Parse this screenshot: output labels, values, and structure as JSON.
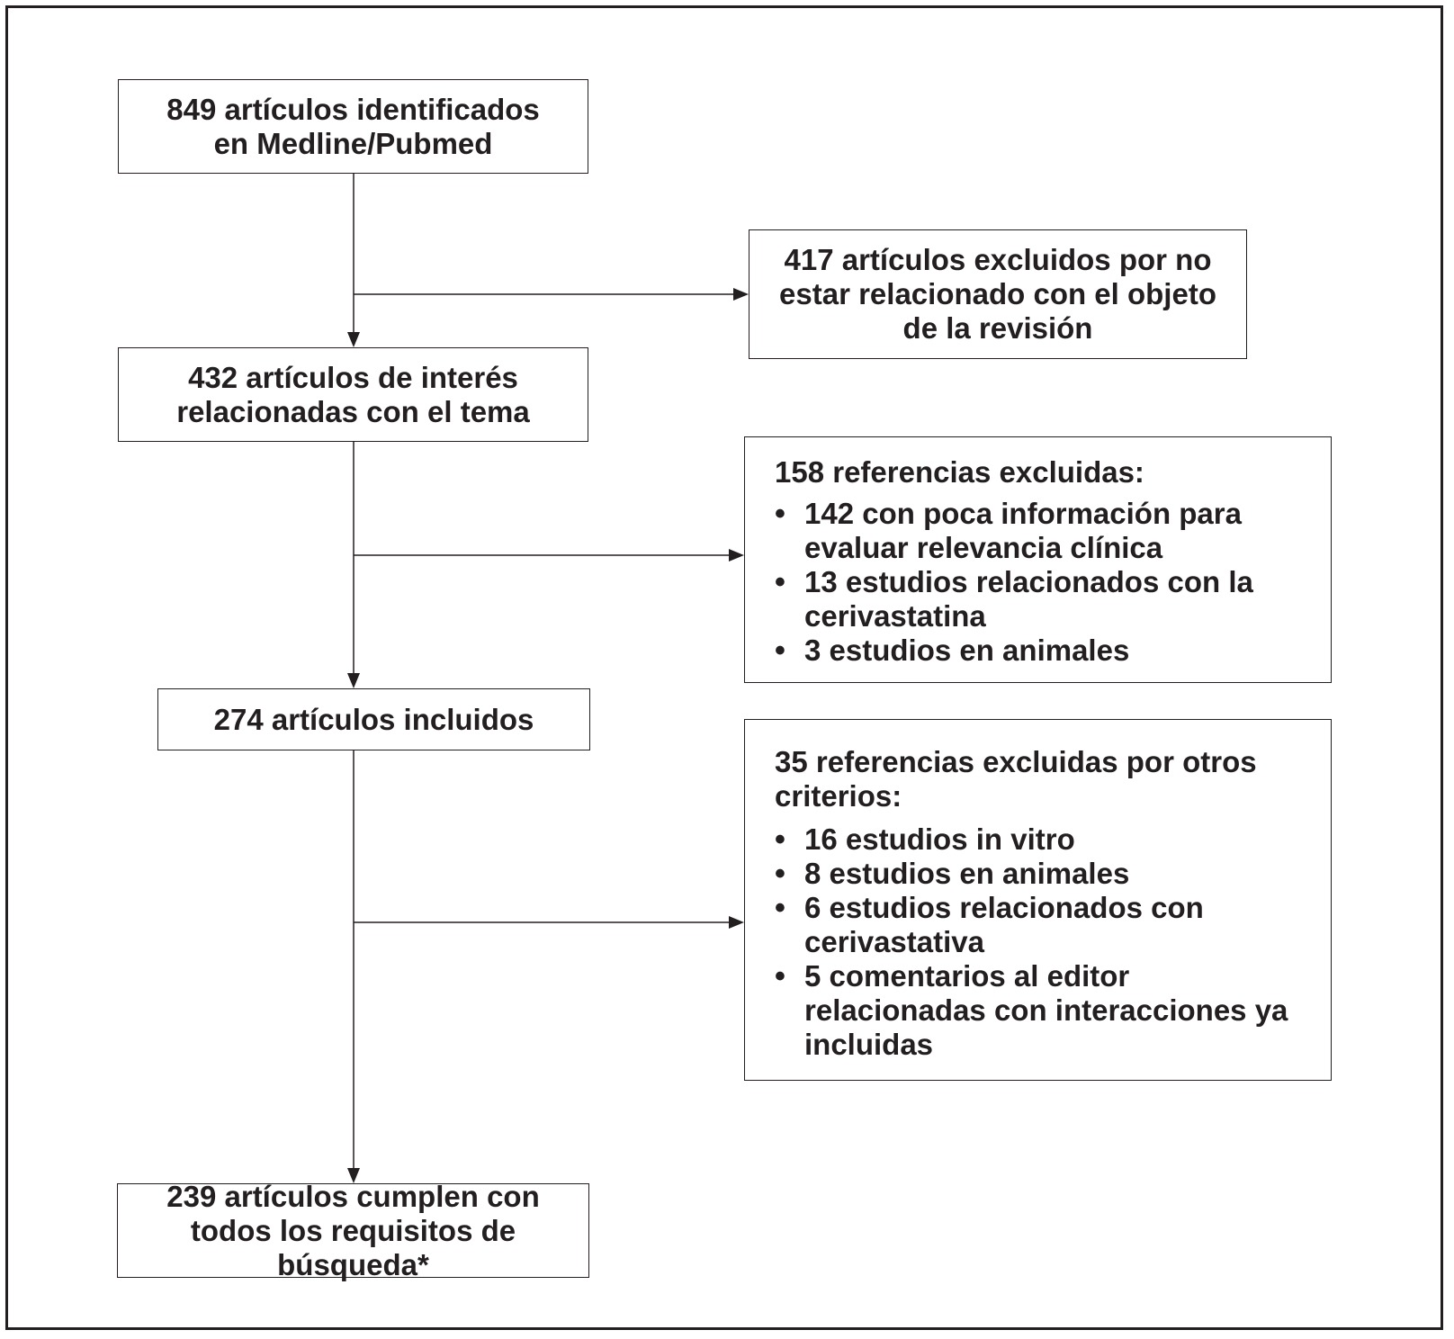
{
  "diagram": {
    "nodes": {
      "identified": "849 artículos identificados en Medline/Pubmed",
      "excluded_not_related": "417 artículos excluidos por no estar relacionado con el objeto de la revisión",
      "of_interest": "432 artículos de interés relacionadas con el tema",
      "excluded_158": {
        "heading": "158 referencias excluidas:",
        "items": [
          "142 con poca información para evaluar relevancia clínica",
          "13 estudios relacionados con la cerivastatina",
          "3 estudios en animales"
        ]
      },
      "included": "274 artículos incluidos",
      "excluded_35": {
        "heading": "35 referencias excluidas por otros criterios:",
        "items": [
          "16 estudios in vitro",
          "8 estudios en animales",
          "6 estudios relacionados con cerivastativa",
          "5 comentarios al editor relacionadas con interacciones ya incluidas"
        ]
      },
      "final": "239 artículos cumplen con todos los requisitos de búsqueda*"
    },
    "colors": {
      "line": "#231f20",
      "background": "#ffffff"
    }
  }
}
